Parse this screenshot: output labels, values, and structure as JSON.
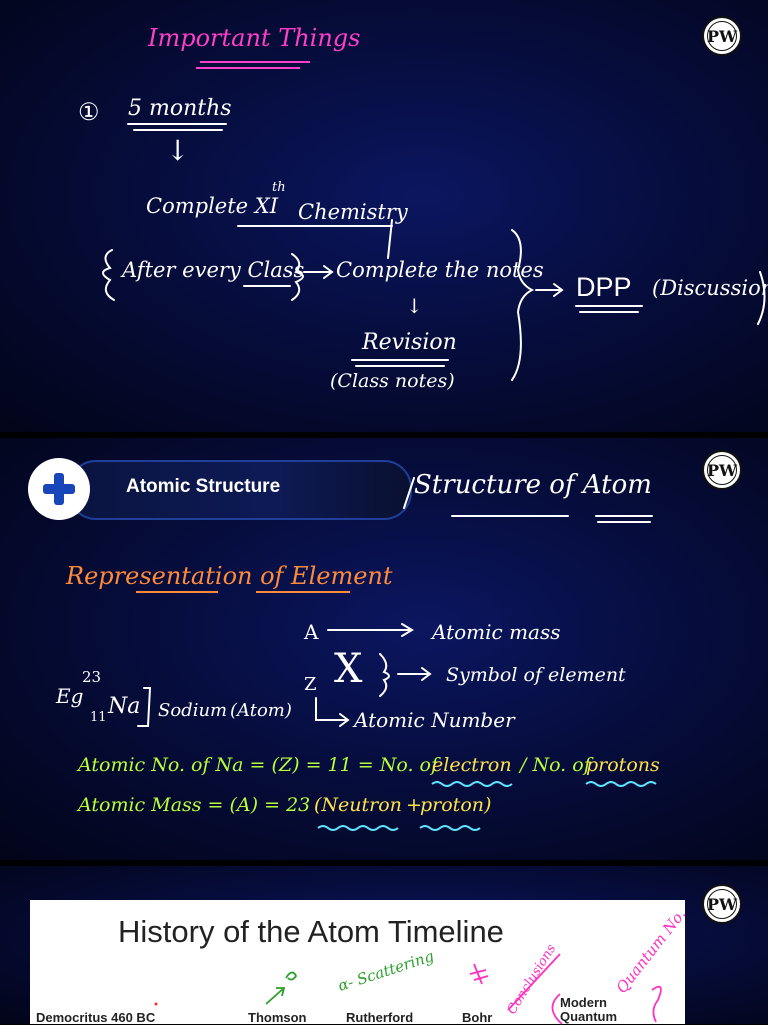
{
  "panel1": {
    "heading": "Important Things",
    "item_number": "①",
    "duration": "5 months",
    "down_arrow": "↓",
    "complete_course": "Complete XI",
    "superscript": "th",
    "course_subject": "Chemistry",
    "after_class": "After every Class",
    "complete_notes": "Complete the notes",
    "revision": "Revision",
    "class_notes": "(Class notes)",
    "dpp": "DPP",
    "discussion": "(Discussion)"
  },
  "panel2": {
    "badge_label": "Atomic Structure",
    "alt_title": "Structure of Atom",
    "heading": "Representation of Element",
    "mass_letter": "A",
    "mass_label": "Atomic mass",
    "z_letter": "Z",
    "symbol": "X",
    "symbol_label": "Symbol of element",
    "number_label": "Atomic Number",
    "example_prefix": "Eg",
    "mass_number": "23",
    "atomic_number": "11",
    "element_symbol": "Na",
    "element_name": "Sodium",
    "element_kind": "(Atom)",
    "line1_prefix": "Atomic No. of Na = (Z) = 11 = No. of",
    "line1_electron": "electron",
    "line1_mid": "/ No. of",
    "line1_protons": "protons",
    "line2_prefix": "Atomic Mass = (A) = 23",
    "line2_neutron": "(Neutron",
    "line2_plus": "+",
    "line2_proton": "proton)"
  },
  "panel3": {
    "title": "History of the Atom Timeline",
    "names": [
      "Democritus 460 BC",
      "Thomson",
      "Rutherford",
      "Bohr",
      "Modern Quantum"
    ],
    "annotation_scattering": "α- Scattering",
    "annotation_conclusions": "Conclusions",
    "annotation_quantum": "Quantum No."
  },
  "logo_text": "PW",
  "colors": {
    "board": "#060d3d",
    "pink": "#ff3fc8",
    "orange": "#ff8a3a",
    "green": "#b7ff3a",
    "yellow": "#ffe24a",
    "cyan": "#5fe3ff",
    "badge_blue": "#1646b8"
  }
}
